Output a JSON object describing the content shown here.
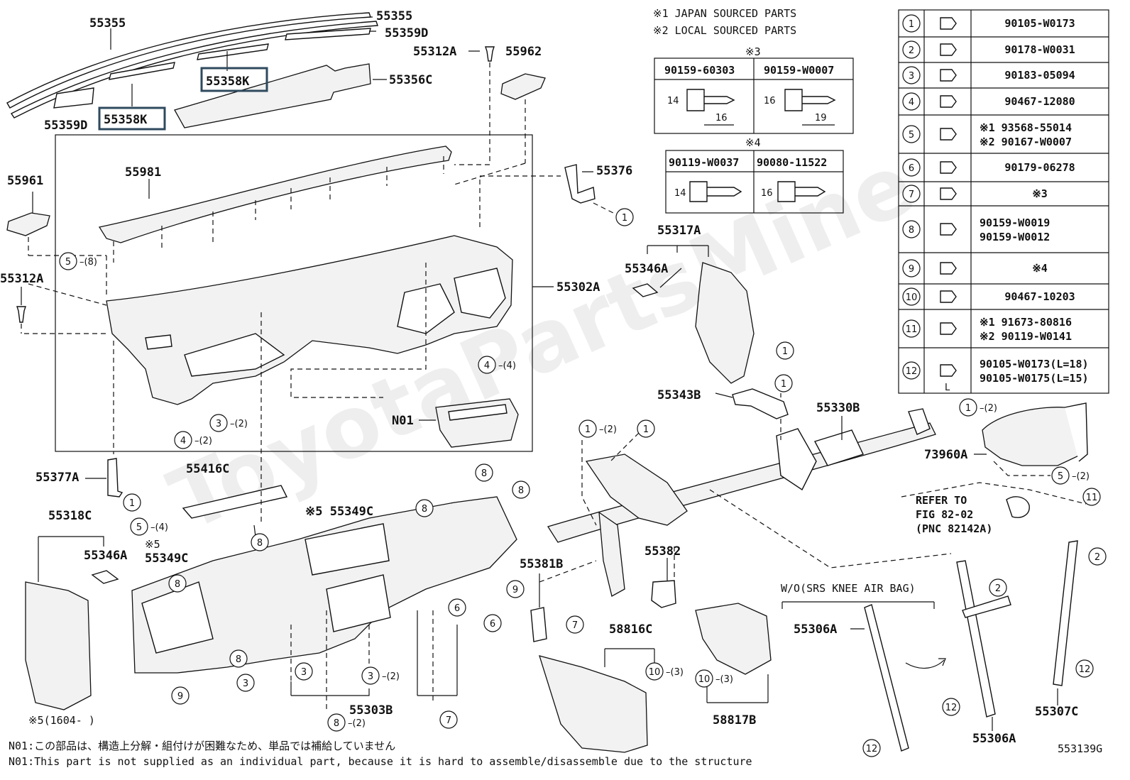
{
  "watermark": "ToyotaPartsMine",
  "figure_id": "553139G",
  "notes": {
    "n1": "※1 JAPAN SOURCED PARTS",
    "n2": "※2 LOCAL SOURCED PARTS",
    "n5": "※5(1604-      )",
    "n01_jp": "N01:この部品は、構造上分解・組付けが困難なため、単品では補給していません",
    "n01_en": "N01:This part is not supplied as an individual part, because it is hard to assemble/disassemble due to the structure",
    "wo_knee": "W/O(SRS KNEE AIR BAG)",
    "refer1": "REFER TO",
    "refer2": "FIG 82-02",
    "refer3": "(PNC 82142A)"
  },
  "bolt_tables": {
    "t3": {
      "mark": "※3",
      "c1": "90159-60303",
      "c2": "90159-W0007",
      "d1a": "14",
      "d1b": "16",
      "d2a": "16",
      "d2b": "19"
    },
    "t4": {
      "mark": "※4",
      "c1": "90119-W0037",
      "c2": "90080-11522",
      "d1a": "14",
      "d2a": "16"
    }
  },
  "fastener_table": [
    {
      "n": "1",
      "part": "90105-W0173"
    },
    {
      "n": "2",
      "part": "90178-W0031"
    },
    {
      "n": "3",
      "part": "90183-05094"
    },
    {
      "n": "4",
      "part": "90467-12080"
    },
    {
      "n": "5",
      "part": "※1 93568-55014",
      "part2": "※2 90167-W0007"
    },
    {
      "n": "6",
      "part": "90179-06278"
    },
    {
      "n": "7",
      "part": "※3"
    },
    {
      "n": "8",
      "part": "90159-W0019",
      "part2": "90159-W0012"
    },
    {
      "n": "9",
      "part": "※4"
    },
    {
      "n": "10",
      "part": "90467-10203"
    },
    {
      "n": "11",
      "part": "※1 91673-80816",
      "part2": "※2 90119-W0141"
    },
    {
      "n": "12",
      "part": "90105-W0173(L=18)",
      "part2": "90105-W0175(L=15)",
      "dim": "L"
    }
  ],
  "labels": {
    "p55355a": "55355",
    "p55355b": "55355",
    "p55359d_a": "55359D",
    "p55359d_b": "55359D",
    "p55358k_a": "55358K",
    "p55358k_b": "55358K",
    "p55356c": "55356C",
    "p55312a_a": "55312A",
    "p55962": "55962",
    "p55961": "55961",
    "p55981": "55981",
    "p55312a_b": "55312A",
    "p55376": "55376",
    "p55302a": "55302A",
    "n01": "N01",
    "p55317a": "55317A",
    "p55346a_a": "55346A",
    "p55343b": "55343B",
    "p55330b": "55330B",
    "p73960a": "73960A",
    "p55377a": "55377A",
    "p55416c": "55416C",
    "p55349c_a": "※5 55349C",
    "p55349c_b": "55349C",
    "p55349c_b_mark": "※5",
    "p55318c": "55318C",
    "p55346a_b": "55346A",
    "p55381b": "55381B",
    "p55382": "55382",
    "p58816c": "58816C",
    "p58817b": "58817B",
    "p55303b": "55303B",
    "p55306a_a": "55306A",
    "p55306a_b": "55306A",
    "p55307c": "55307C"
  },
  "callouts": [
    {
      "n": "5",
      "q": "(8)"
    },
    {
      "n": "4",
      "q": "(4)"
    },
    {
      "n": "3",
      "q": "(2)"
    },
    {
      "n": "4",
      "q": "(2)"
    },
    {
      "n": "1",
      "q": ""
    },
    {
      "n": "1",
      "q": ""
    },
    {
      "n": "1",
      "q": ""
    },
    {
      "n": "1",
      "q": "(2)"
    },
    {
      "n": "1",
      "q": ""
    },
    {
      "n": "1",
      "q": "(2)"
    },
    {
      "n": "5",
      "q": "(2)"
    },
    {
      "n": "11",
      "q": ""
    },
    {
      "n": "1",
      "q": ""
    },
    {
      "n": "5",
      "q": "(4)"
    },
    {
      "n": "8",
      "q": ""
    },
    {
      "n": "8",
      "q": ""
    },
    {
      "n": "8",
      "q": ""
    },
    {
      "n": "8",
      "q": ""
    },
    {
      "n": "8",
      "q": ""
    },
    {
      "n": "8",
      "q": ""
    },
    {
      "n": "9",
      "q": ""
    },
    {
      "n": "6",
      "q": ""
    },
    {
      "n": "6",
      "q": ""
    },
    {
      "n": "7",
      "q": ""
    },
    {
      "n": "3",
      "q": ""
    },
    {
      "n": "3",
      "q": ""
    },
    {
      "n": "3",
      "q": "(2)"
    },
    {
      "n": "9",
      "q": ""
    },
    {
      "n": "8",
      "q": "(2)"
    },
    {
      "n": "7",
      "q": ""
    },
    {
      "n": "10",
      "q": "(3)"
    },
    {
      "n": "10",
      "q": "(3)"
    },
    {
      "n": "2",
      "q": ""
    },
    {
      "n": "2",
      "q": ""
    },
    {
      "n": "12",
      "q": ""
    },
    {
      "n": "12",
      "q": ""
    },
    {
      "n": "12",
      "q": ""
    }
  ]
}
